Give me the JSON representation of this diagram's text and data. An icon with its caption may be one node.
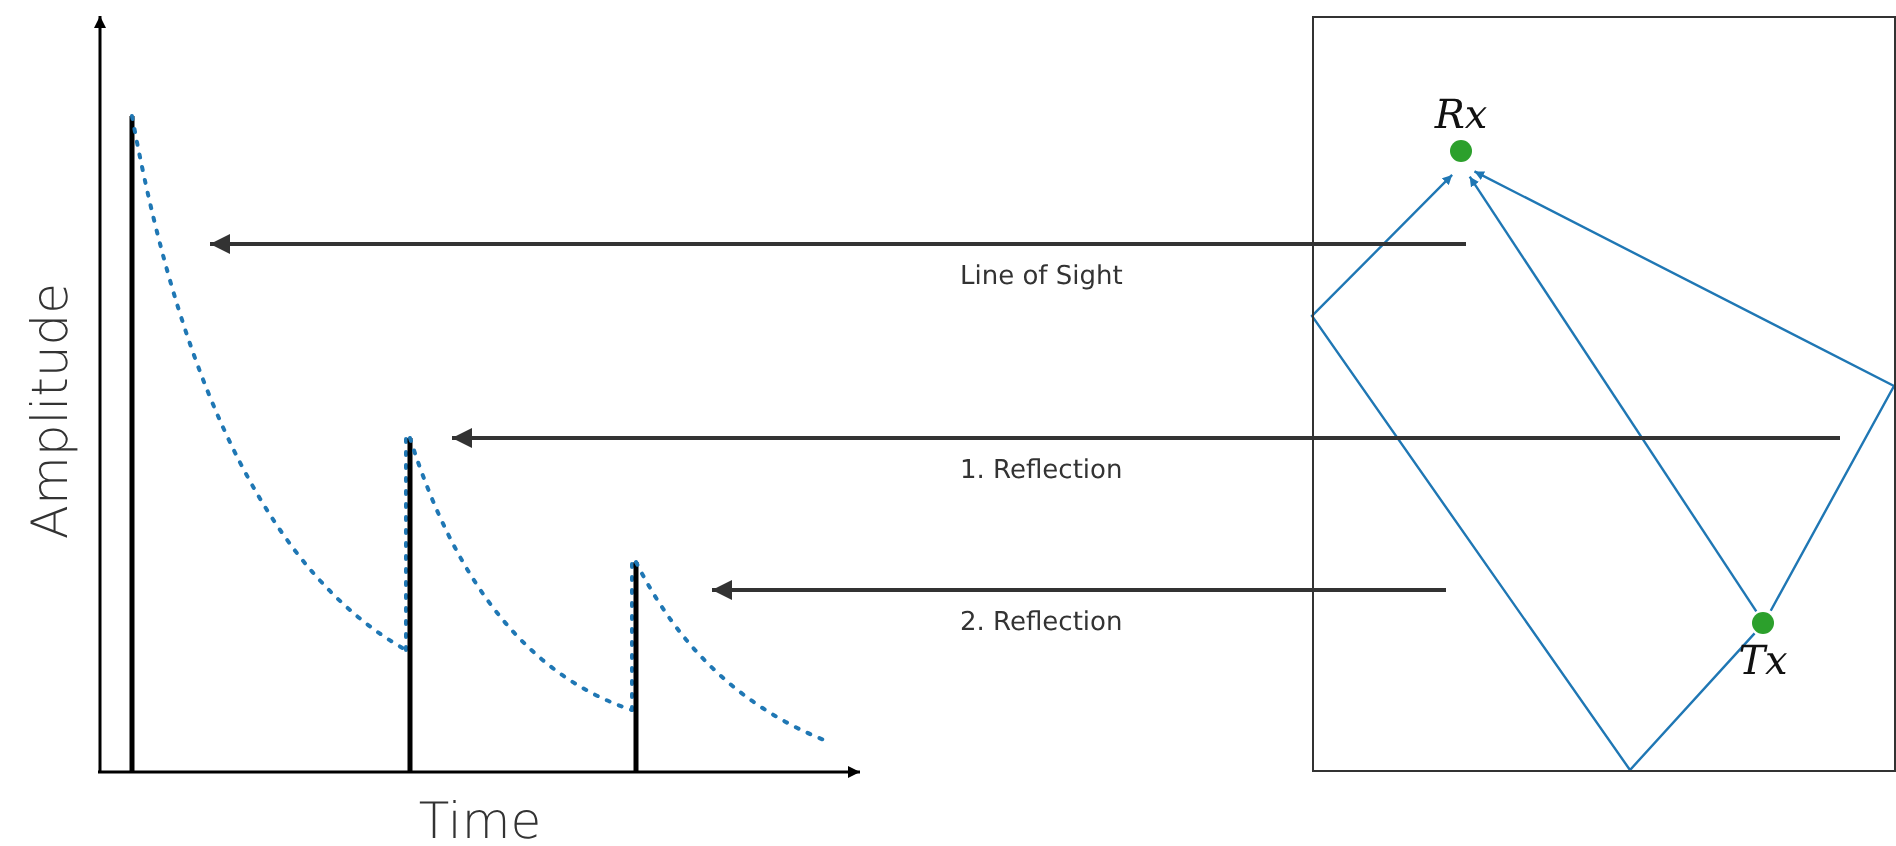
{
  "diagram": {
    "nodes": [
      {
        "text": [],
        "shape": "box"
      },
      {
        "text": [
          "Rx"
        ],
        "in": 0
      },
      {
        "text": [
          "Tx"
        ],
        "in": 0
      },
      {
        "text": [],
        "shape": "bar"
      },
      {
        "text": [],
        "shape": "bar"
      },
      {
        "text": [],
        "shape": "bar"
      }
    ],
    "edges": [
      {
        "from": 2,
        "to": 1,
        "arrow": "to",
        "color": "#1f77b4"
      },
      {
        "from": 2,
        "to": 1,
        "arrow": "to",
        "color": "#1f77b4"
      },
      {
        "from": 2,
        "to": 1,
        "arrow": "to",
        "color": "#1f77b4"
      },
      {
        "from": null,
        "to": 3,
        "arrow": "to",
        "label": "Line of Sight",
        "color": "#333333"
      },
      {
        "from": null,
        "to": 4,
        "arrow": "to",
        "label": "1. Reflection",
        "color": "#333333"
      },
      {
        "from": null,
        "to": 5,
        "arrow": "to",
        "label": "2. Reflection",
        "color": "#333333"
      }
    ],
    "labels": [
      "Amplitude",
      "Time"
    ]
  }
}
